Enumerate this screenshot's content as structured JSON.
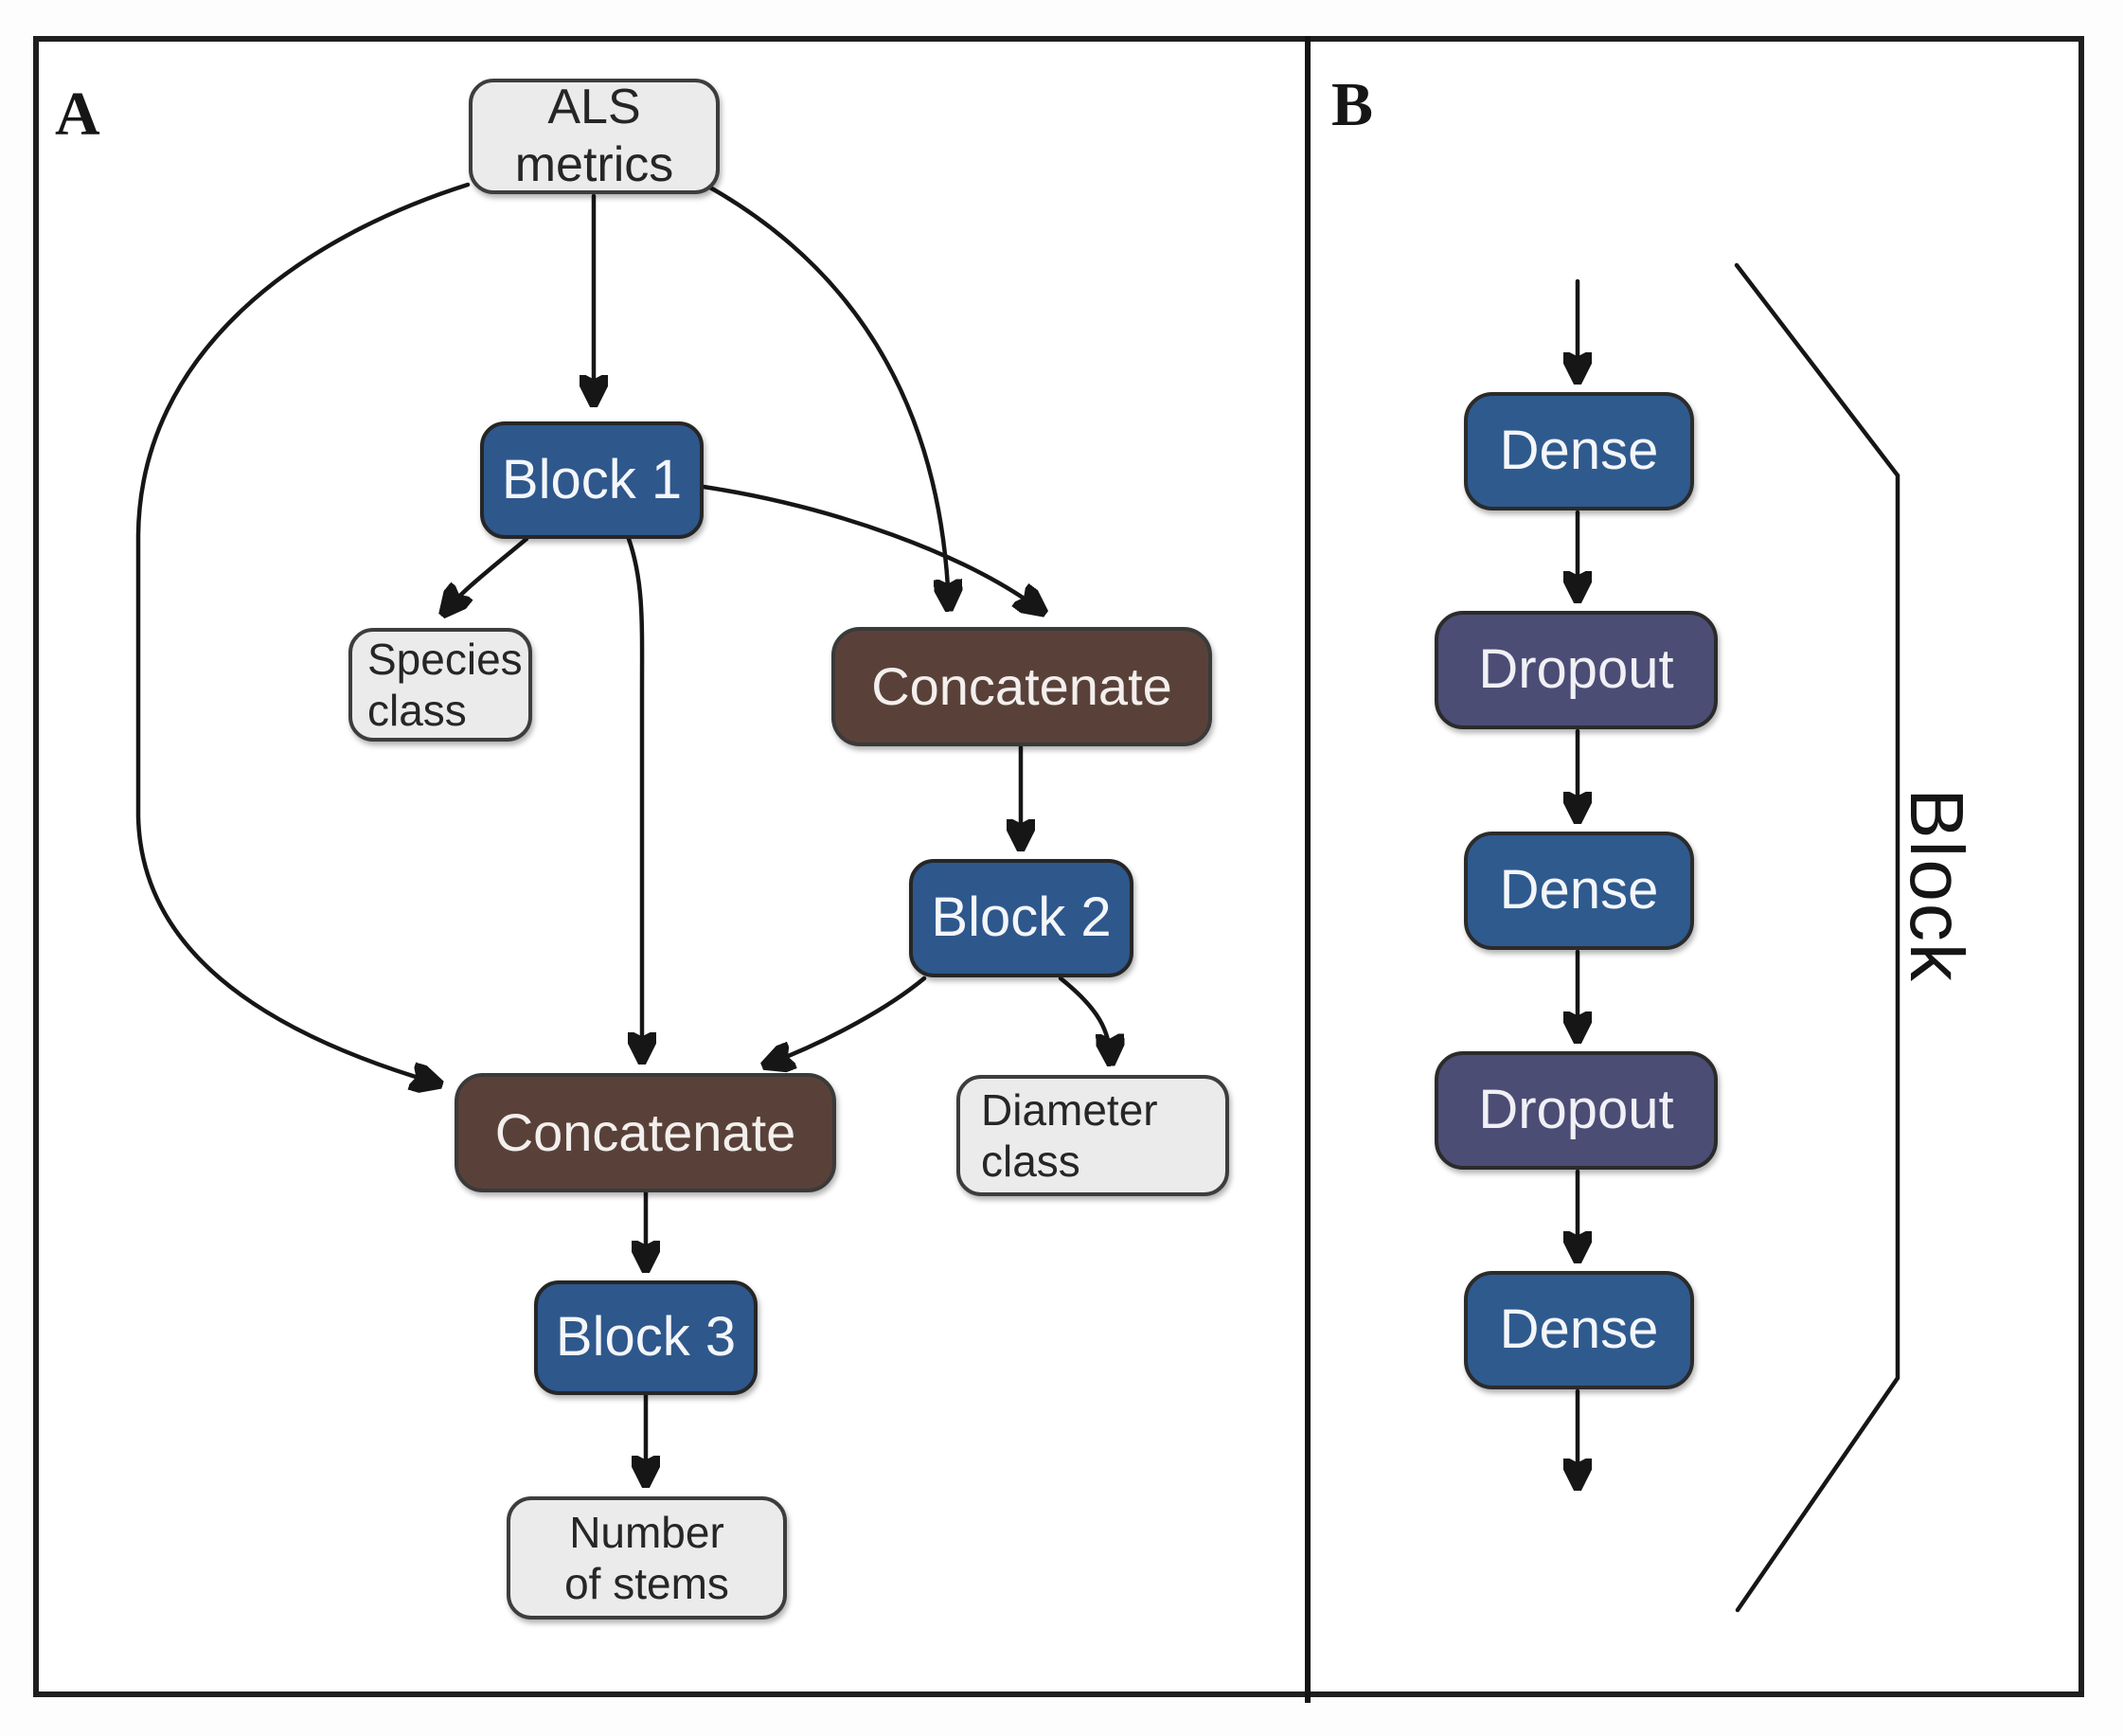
{
  "figure": {
    "title_hint": "Neural network architecture diagram",
    "colors": {
      "block_blue": "#2e578c",
      "dense_blue": "#2f5a8e",
      "dropout_purple": "#4b4d75",
      "concat_brown": "#594139",
      "io_gray": "#ebebeb",
      "line": "#161616"
    },
    "panel_a": {
      "label": "A",
      "nodes": {
        "als_metrics": {
          "label": "ALS metrics",
          "type": "input"
        },
        "block1": {
          "label": "Block 1",
          "type": "block"
        },
        "species_class": {
          "label": "Species\nclass",
          "type": "output"
        },
        "concatenate1": {
          "label": "Concatenate",
          "type": "concat"
        },
        "block2": {
          "label": "Block 2",
          "type": "block"
        },
        "diameter_class": {
          "label": "Diameter\nclass",
          "type": "output"
        },
        "concatenate2": {
          "label": "Concatenate",
          "type": "concat"
        },
        "block3": {
          "label": "Block 3",
          "type": "block"
        },
        "number_of_stems": {
          "label": "Number\nof stems",
          "type": "output"
        }
      },
      "edges": [
        {
          "from": "als_metrics",
          "to": "block1"
        },
        {
          "from": "als_metrics",
          "to": "concatenate1"
        },
        {
          "from": "block1",
          "to": "concatenate1"
        },
        {
          "from": "block1",
          "to": "species_class"
        },
        {
          "from": "block1",
          "to": "concatenate2"
        },
        {
          "from": "als_metrics",
          "to": "concatenate2"
        },
        {
          "from": "concatenate1",
          "to": "block2"
        },
        {
          "from": "block2",
          "to": "diameter_class"
        },
        {
          "from": "block2",
          "to": "concatenate2"
        },
        {
          "from": "concatenate2",
          "to": "block3"
        },
        {
          "from": "block3",
          "to": "number_of_stems"
        }
      ]
    },
    "panel_b": {
      "label": "B",
      "nodes": [
        {
          "label": "Dense",
          "type": "dense"
        },
        {
          "label": "Dropout",
          "type": "dropout"
        },
        {
          "label": "Dense",
          "type": "dense"
        },
        {
          "label": "Dropout",
          "type": "dropout"
        },
        {
          "label": "Dense",
          "type": "dense"
        }
      ],
      "edges": [
        {
          "from": "input",
          "to": "dense1"
        },
        {
          "from": "dense1",
          "to": "dropout1"
        },
        {
          "from": "dropout1",
          "to": "dense2"
        },
        {
          "from": "dense2",
          "to": "dropout2"
        },
        {
          "from": "dropout2",
          "to": "dense3"
        },
        {
          "from": "dense3",
          "to": "output"
        }
      ],
      "bracket_label": "Block"
    }
  }
}
